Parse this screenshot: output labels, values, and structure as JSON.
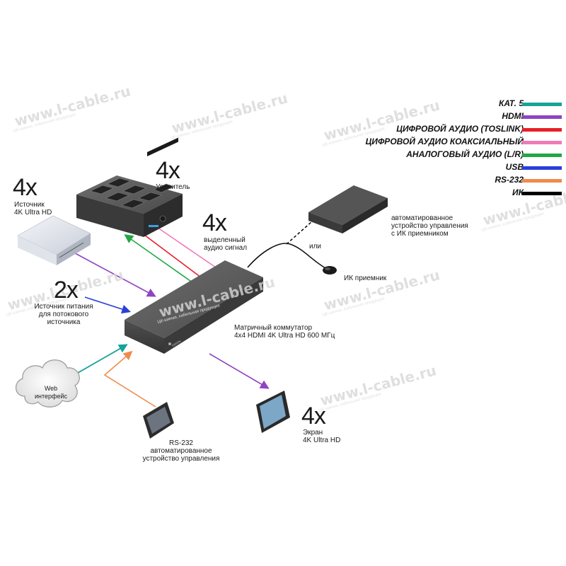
{
  "watermark": {
    "site": "www.l-cable.ru",
    "tagline": "ЦК-шиная, кабельная продукция"
  },
  "legend": [
    {
      "label": "КАТ. 5",
      "color": "#17a39a"
    },
    {
      "label": "HDMI",
      "color": "#8e44c4"
    },
    {
      "label": "ЦИФРОВОЙ АУДИО (TOSLINK)",
      "color": "#e8202c"
    },
    {
      "label": "ЦИФРОВОЙ АУДИО КОАКСИАЛЬНЫЙ",
      "color": "#f07ab7"
    },
    {
      "label": "АНАЛОГОВЫЙ АУДИО (L/R)",
      "color": "#21a845"
    },
    {
      "label": "USB",
      "color": "#2a40d8"
    },
    {
      "label": "RS-232",
      "color": "#f08a4b"
    },
    {
      "label": "ИК",
      "color": "#000000"
    }
  ],
  "nodes": {
    "source": {
      "count": "4x",
      "label": "Источник\n4K Ultra HD"
    },
    "amplifier": {
      "count": "4x",
      "label": "Усилитель"
    },
    "audio_out": {
      "count": "4x",
      "label": "выделенный\nаудио сигнал"
    },
    "power": {
      "count": "2x",
      "label": "Источник питания\nдля потокового\nисточника"
    },
    "switch": {
      "label": "Матричный коммутатор\n4x4 HDMI 4K Ultra HD 600 МГц"
    },
    "automation_ir": {
      "label": "автоматированное\nустройство управления\nс ИК приемником"
    },
    "or_text": "или",
    "ir_receiver": {
      "label": "ИК приемник"
    },
    "web": {
      "label": "Web\nинтерфейс"
    },
    "rs232": {
      "label": "RS-232\nавтоматированное\nустройство управления"
    },
    "display": {
      "count": "4x",
      "label": "Экран\n4K Ultra HD"
    }
  },
  "device_brand": "GEFEN"
}
